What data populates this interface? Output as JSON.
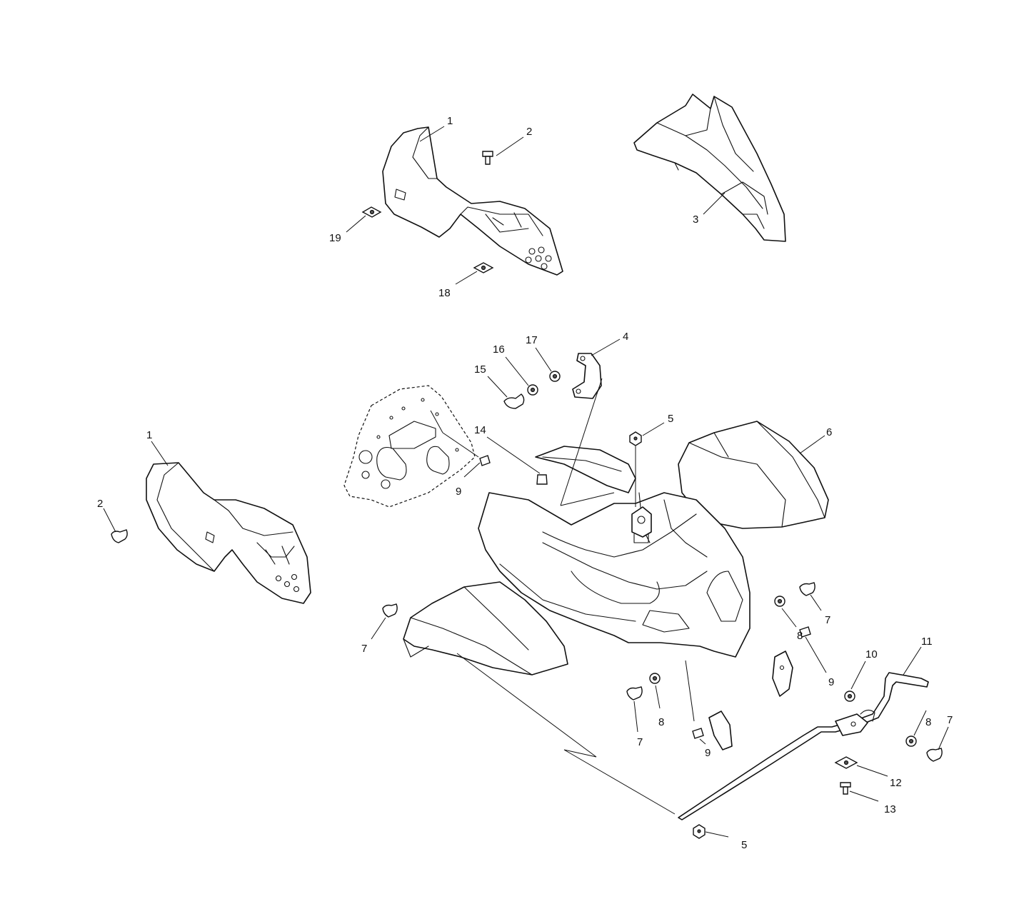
{
  "diagram": {
    "callouts": [
      {
        "id": "c1a",
        "label": "1"
      },
      {
        "id": "c2a",
        "label": "2"
      },
      {
        "id": "c3",
        "label": "3"
      },
      {
        "id": "c19",
        "label": "19"
      },
      {
        "id": "c18",
        "label": "18"
      },
      {
        "id": "c17",
        "label": "17"
      },
      {
        "id": "c4",
        "label": "4"
      },
      {
        "id": "c16",
        "label": "16"
      },
      {
        "id": "c15",
        "label": "15"
      },
      {
        "id": "c14",
        "label": "14"
      },
      {
        "id": "c9a",
        "label": "9"
      },
      {
        "id": "c5a",
        "label": "5"
      },
      {
        "id": "c6",
        "label": "6"
      },
      {
        "id": "c1b",
        "label": "1"
      },
      {
        "id": "c2b",
        "label": "2"
      },
      {
        "id": "c7a",
        "label": "7"
      },
      {
        "id": "c7b",
        "label": "7"
      },
      {
        "id": "c8a",
        "label": "8"
      },
      {
        "id": "c9b",
        "label": "9"
      },
      {
        "id": "c10",
        "label": "10"
      },
      {
        "id": "c11",
        "label": "11"
      },
      {
        "id": "c8b",
        "label": "8"
      },
      {
        "id": "c7c",
        "label": "7"
      },
      {
        "id": "c7d",
        "label": "7"
      },
      {
        "id": "c8c",
        "label": "8"
      },
      {
        "id": "c9c",
        "label": "9"
      },
      {
        "id": "c12",
        "label": "12"
      },
      {
        "id": "c13",
        "label": "13"
      },
      {
        "id": "c5b",
        "label": "5"
      }
    ]
  }
}
